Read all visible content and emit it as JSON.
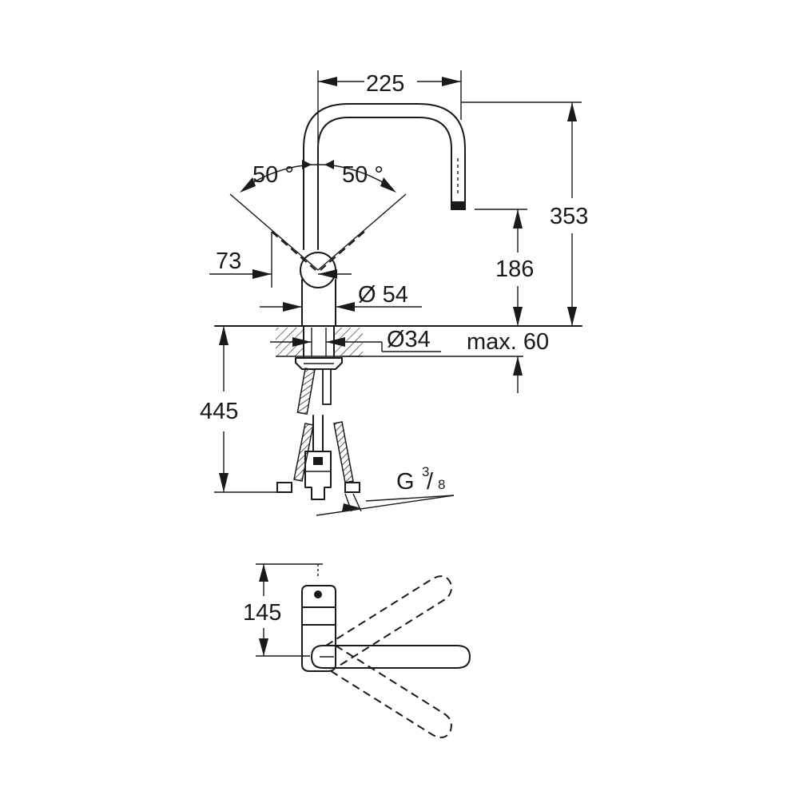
{
  "dimensions": {
    "spout_reach": "225",
    "swivel_left": "50 °",
    "swivel_right": "50 °",
    "lever_offset": "73",
    "body_diameter": "Ø 54",
    "total_height": "353",
    "spout_height": "186",
    "hole_diameter": "Ø34",
    "max_thickness": "max. 60",
    "hose_length": "445",
    "connection": "G",
    "connection_num": "3",
    "connection_den": "8",
    "top_depth": "145"
  },
  "colors": {
    "line": "#1a1a1a",
    "background": "#ffffff"
  }
}
